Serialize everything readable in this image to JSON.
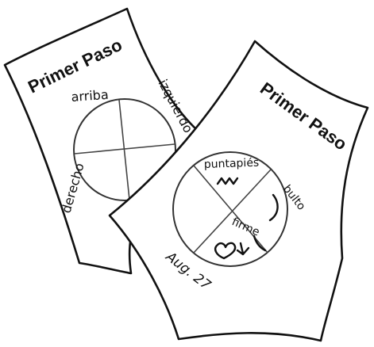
{
  "back_sheet": {
    "title": "Primer Paso",
    "labels": {
      "top": "arriba",
      "right": "izquierdo",
      "left": "derecho"
    }
  },
  "front_sheet": {
    "title": "Primer Paso",
    "labels": {
      "top": "puntapiés",
      "right": "bulto",
      "bottom": "firme"
    },
    "date": "Aug. 27"
  },
  "colors": {
    "ink": "#111111",
    "paper": "#ffffff"
  }
}
